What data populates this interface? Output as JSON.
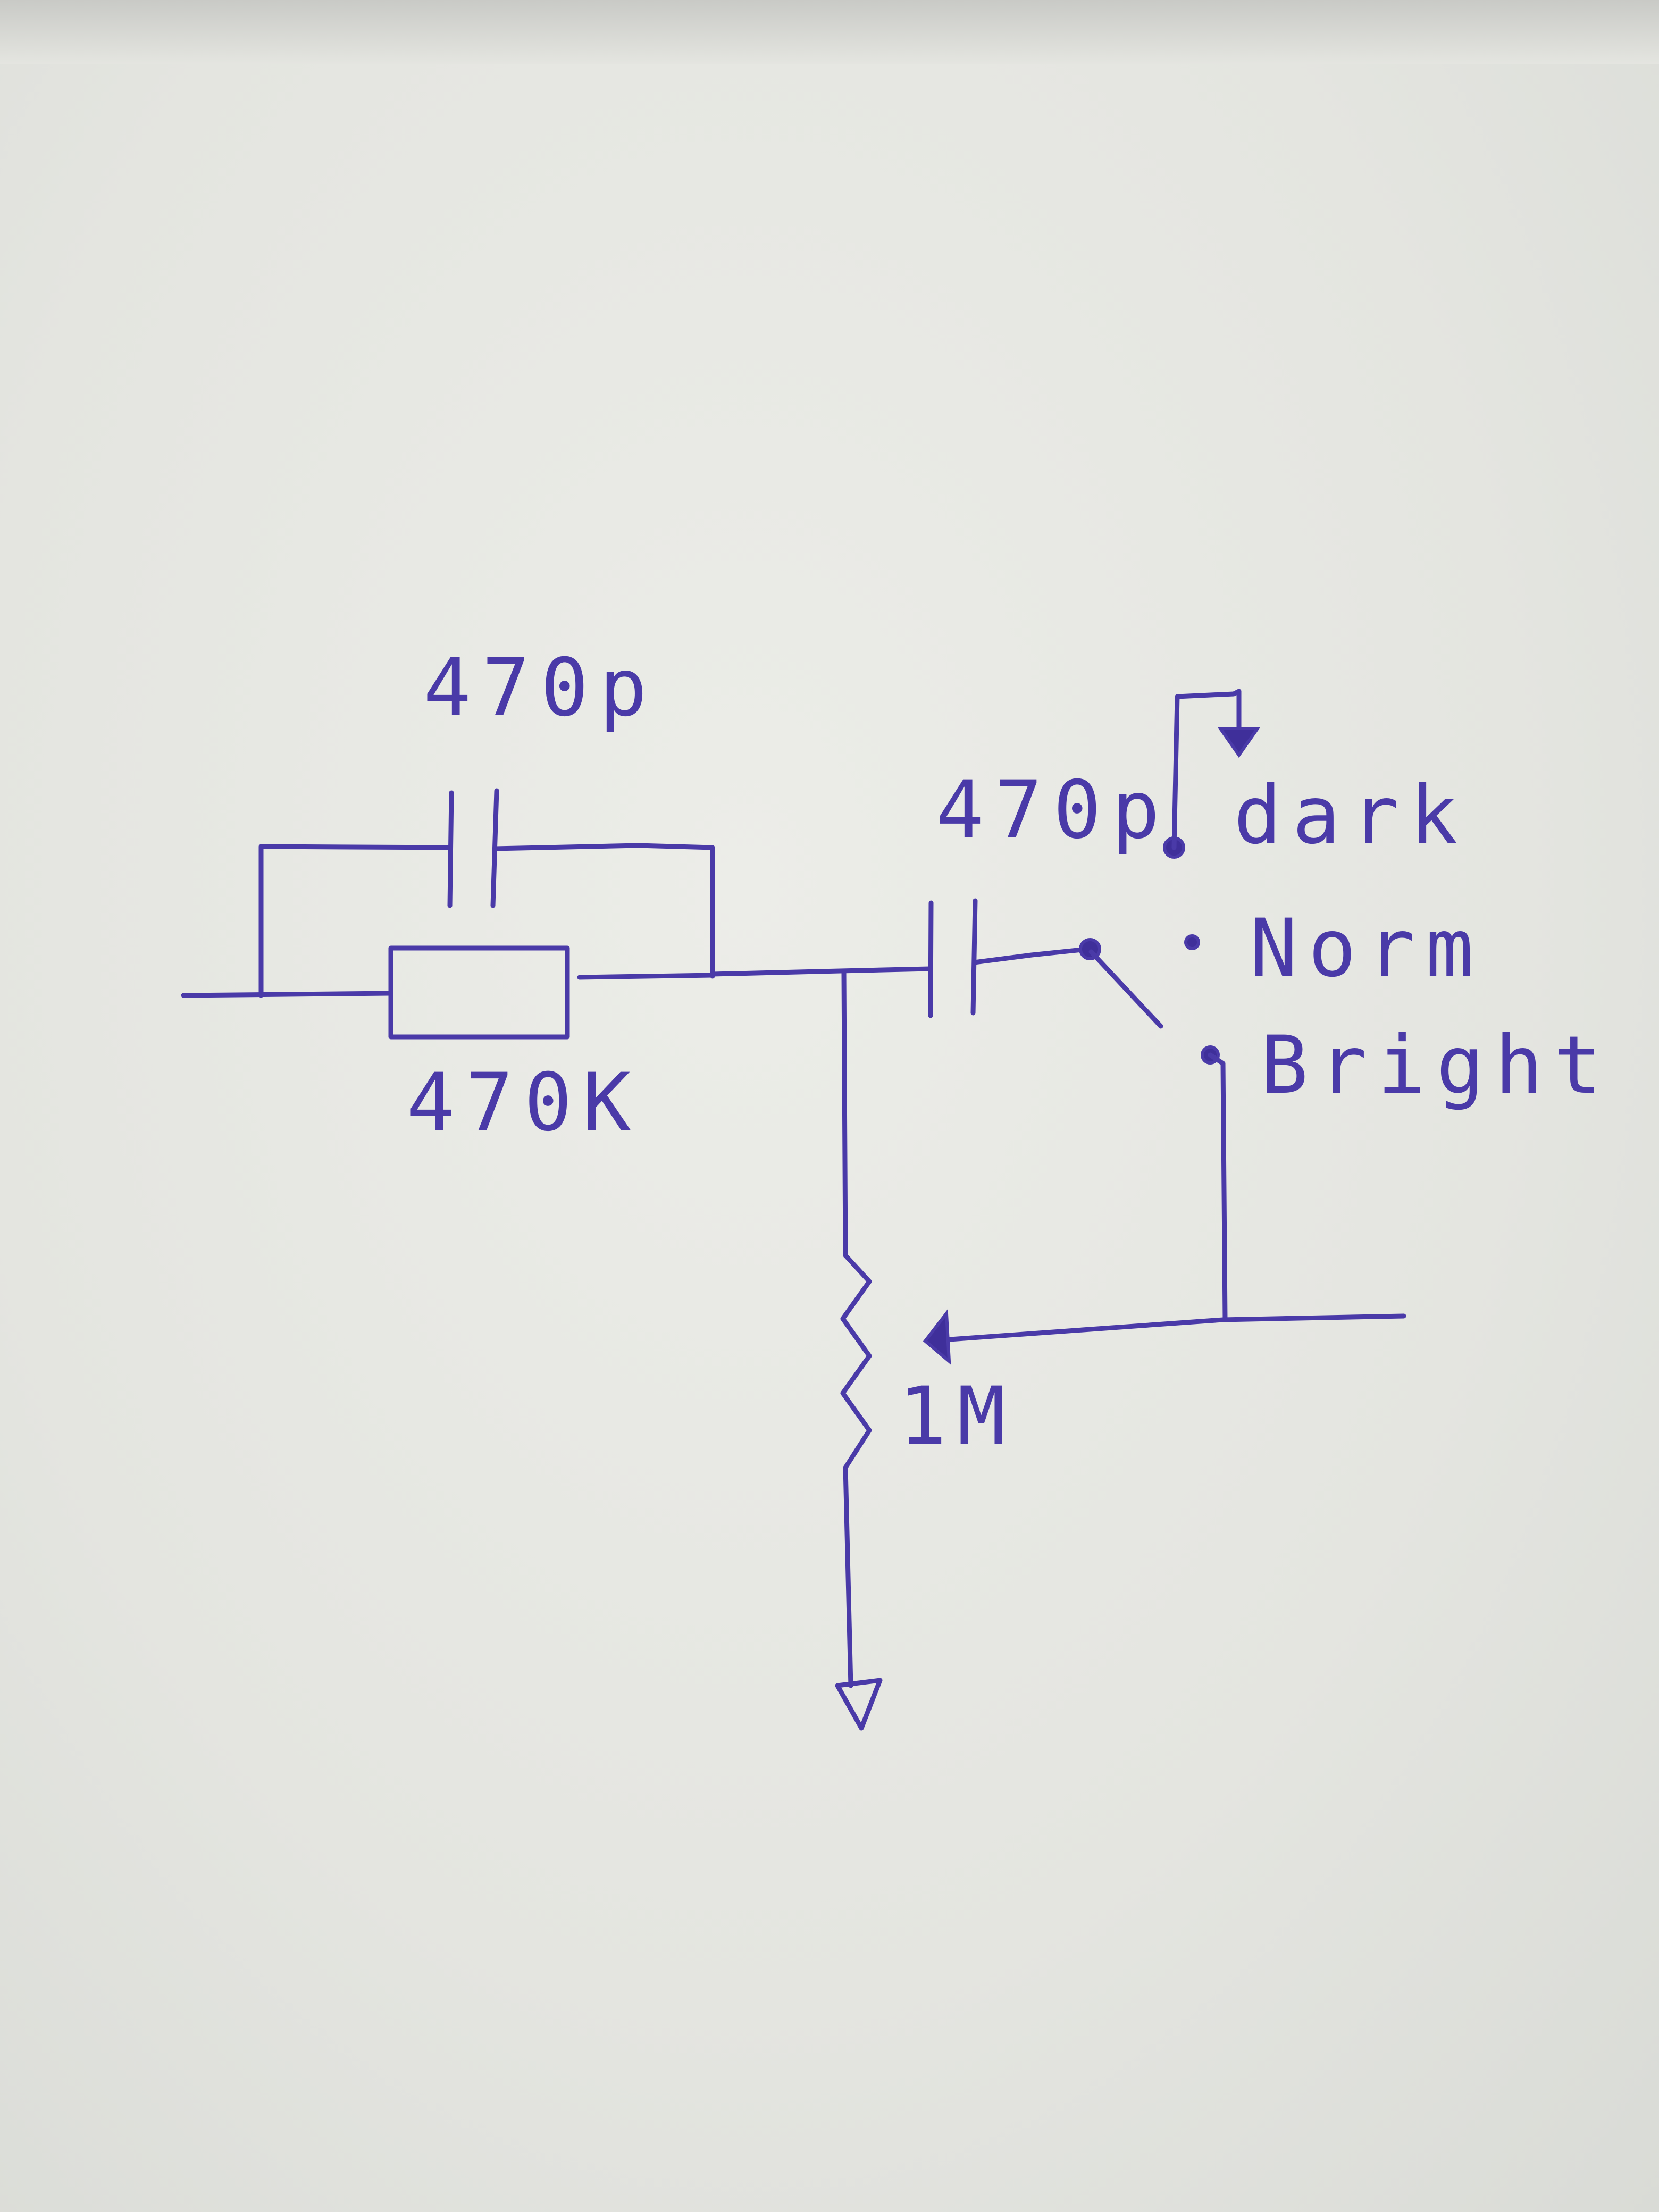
{
  "diagram": {
    "type": "hand-drawn circuit schematic",
    "ink_color": "#4a3aa8",
    "paper_color": "#e6e7e2",
    "labels": {
      "cap_top": "470p",
      "resistor_series": "470K",
      "cap_switch": "470p",
      "switch_dark": "dark",
      "switch_norm": "Norm",
      "switch_bright": "Bright",
      "pot": "1M"
    }
  }
}
